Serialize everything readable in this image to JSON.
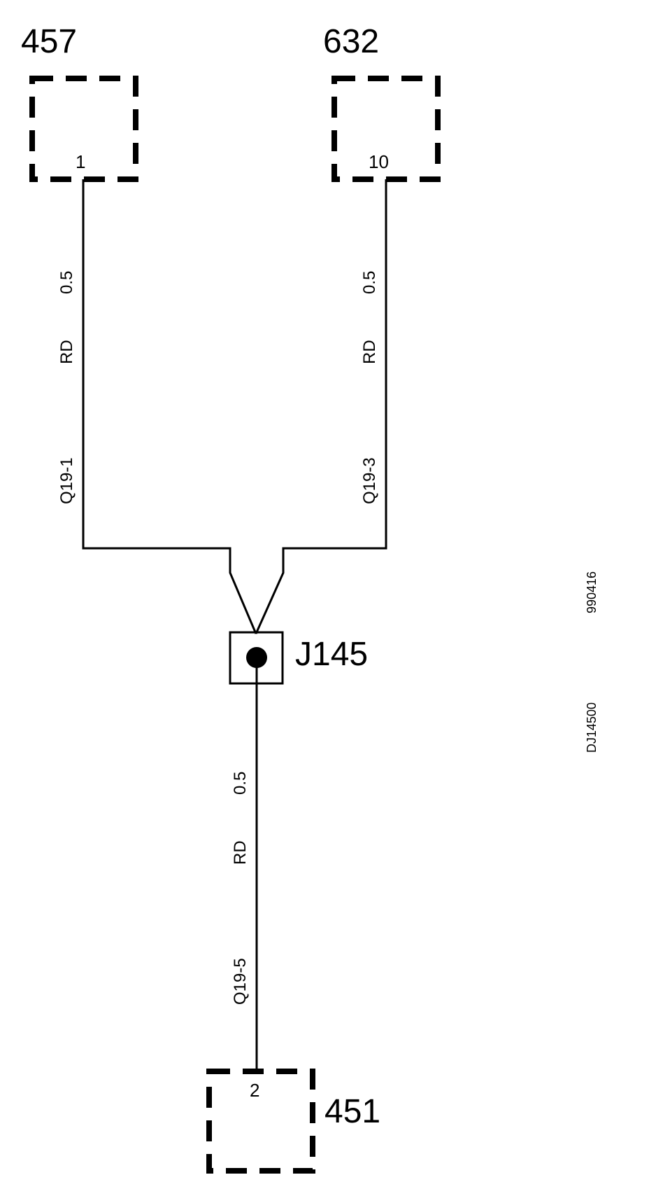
{
  "connectors": {
    "c457": {
      "number": "457",
      "pin": "1"
    },
    "c632": {
      "number": "632",
      "pin": "10"
    },
    "c451": {
      "number": "451",
      "pin": "2"
    }
  },
  "wires": {
    "w1": {
      "size": "0.5",
      "color": "RD",
      "id": "Q19-1"
    },
    "w3": {
      "size": "0.5",
      "color": "RD",
      "id": "Q19-3"
    },
    "w5": {
      "size": "0.5",
      "color": "RD",
      "id": "Q19-5"
    }
  },
  "splice": {
    "label": "J145"
  },
  "references": {
    "date_code": "990416",
    "drawing_id": "DJ14500"
  }
}
